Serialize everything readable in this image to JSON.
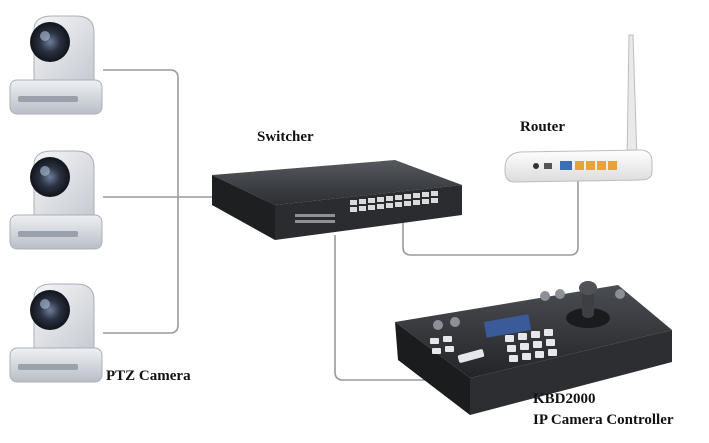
{
  "labels": {
    "switcher": "Switcher",
    "router": "Router",
    "ptz_camera": "PTZ Camera",
    "controller_model": "KBD2000",
    "controller_name": "IP Camera Controller"
  },
  "devices": {
    "cameras": [
      "ptz-camera",
      "ptz-camera",
      "ptz-camera"
    ],
    "switch_icon": "network-switch-icon",
    "router_icon": "wifi-router-icon",
    "controller_icon": "ptz-keyboard-controller-icon"
  },
  "colors": {
    "cable": "#9a9a9a",
    "camera_body": "#e4e6ea",
    "device_dark": "#2b2d30",
    "router_body": "#f2f2f2",
    "router_port_accent": "#e8a23a"
  }
}
